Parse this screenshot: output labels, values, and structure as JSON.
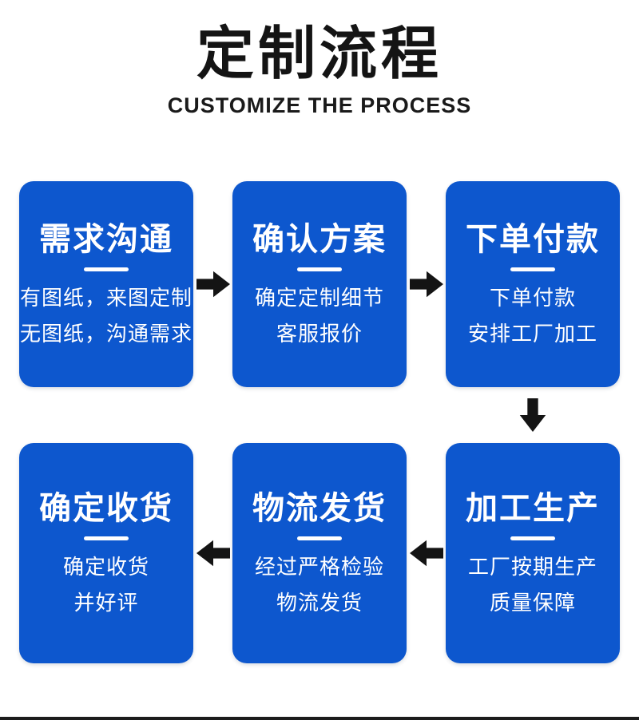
{
  "header": {
    "title": "定制流程",
    "subtitle": "CUSTOMIZE THE PROCESS"
  },
  "colors": {
    "box_blue": "#0d57ce",
    "arrow_black": "#141414",
    "title_black": "#141414",
    "footer_strip": "#1c1c1c"
  },
  "icons": {
    "forward": "arrow-right-icon",
    "down": "arrow-down-icon",
    "back": "arrow-left-icon"
  },
  "steps": [
    {
      "title": "需求沟通",
      "lines": [
        "有图纸，来图定制",
        "无图纸，沟通需求"
      ]
    },
    {
      "title": "确认方案",
      "lines": [
        "确定定制细节",
        "客服报价"
      ]
    },
    {
      "title": "下单付款",
      "lines": [
        "下单付款",
        "安排工厂加工"
      ]
    },
    {
      "title": "加工生产",
      "lines": [
        "工厂按期生产",
        "质量保障"
      ]
    },
    {
      "title": "物流发货",
      "lines": [
        "经过严格检验",
        "物流发货"
      ]
    },
    {
      "title": "确定收货",
      "lines": [
        "确定收货",
        "并好评"
      ]
    }
  ]
}
